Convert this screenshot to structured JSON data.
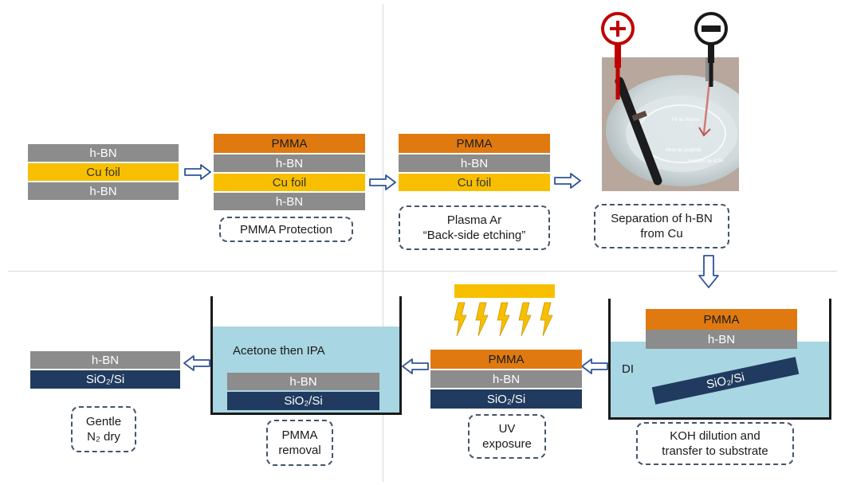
{
  "materials": {
    "hbn": "h-BN",
    "cu_foil": "Cu foil",
    "pmma": "PMMA",
    "substrate": "SiO₂/Si"
  },
  "steps": {
    "pmma_protection": "PMMA Protection",
    "plasma_line1": "Plasma Ar",
    "plasma_line2": "“Back-side etching”",
    "separation_line1": "Separation of h-BN",
    "separation_line2": "from Cu",
    "koh_line1": "KOH dilution and",
    "koh_line2": "transfer to substrate",
    "uv_line1": "UV",
    "uv_line2": "exposure",
    "removal_line1": "PMMA",
    "removal_line2": "removal",
    "dry_line1": "Gentle",
    "dry_line2": "N₂ dry"
  },
  "baths": {
    "di": "DI",
    "acetone": "Acetone then IPA"
  },
  "photo": {
    "label_platinum": "Fil de Platine",
    "label_graphite": "Mine de graphite",
    "label_koh": "Solution de KOH"
  },
  "colors": {
    "pmma": "#e07a10",
    "hbn": "#8c8c8c",
    "cu_foil": "#f7bf00",
    "substrate": "#203b5f",
    "liquid": "#a8d6e2",
    "electrode_positive": "#c00000",
    "electrode_negative": "#1a1a1a"
  },
  "icons": [
    "arrow-right-icon",
    "arrow-down-icon",
    "arrow-left-icon",
    "uv-lightning-icon",
    "plus-electrode-icon",
    "minus-electrode-icon"
  ]
}
